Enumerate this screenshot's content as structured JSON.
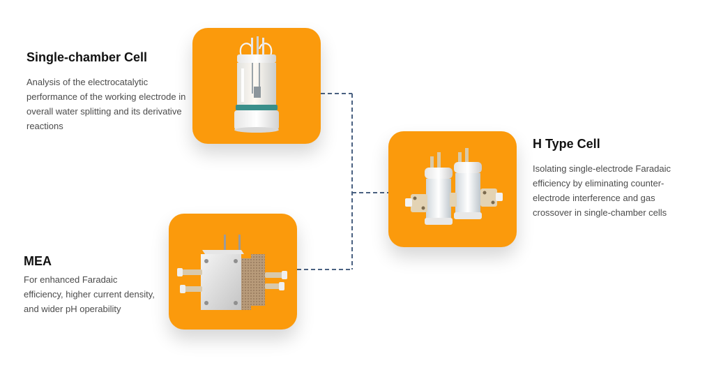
{
  "cells": [
    {
      "title": "Single-chamber Cell",
      "description": "Analysis of the electrocatalytic performance of the working electrode in overall water splitting and its derivative reactions"
    },
    {
      "title": "H Type Cell",
      "description": "Isolating single-electrode Faradaic efficiency by eliminating counter-electrode interference and gas crossover in single-chamber cells"
    },
    {
      "title": "MEA",
      "description": "For enhanced Faradaic efficiency, higher current density, and wider pH operability"
    }
  ],
  "colors": {
    "card_orange": "#fb9a0c",
    "connector_blue": "#4a6181",
    "title_text": "#111111",
    "body_text": "#4b4b4b"
  },
  "icons": {
    "single_chamber": "single-chamber-cell-icon",
    "h_type": "h-type-cell-icon",
    "mea": "mea-cell-icon"
  }
}
